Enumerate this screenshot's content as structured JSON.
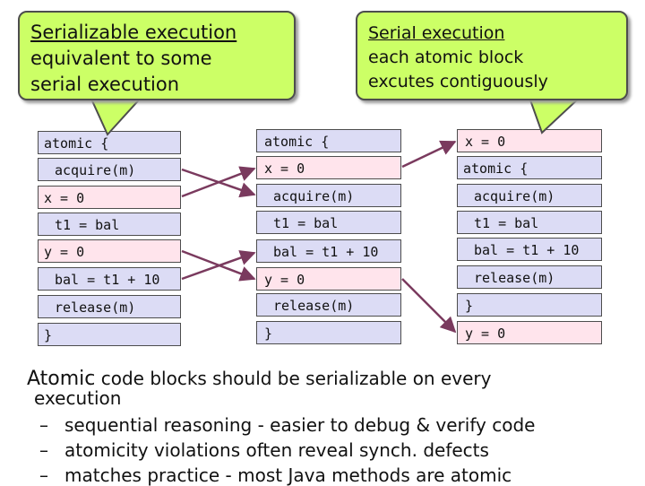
{
  "callouts": {
    "left": {
      "title": "Serializable execution",
      "line1": "equivalent to some",
      "line2": "serial execution"
    },
    "right": {
      "title": "Serial execution",
      "line1": "each atomic block",
      "line2": "excutes contiguously"
    }
  },
  "columns": {
    "left": [
      "atomic {",
      "acquire(m)",
      "x = 0",
      "t1 = bal",
      "y = 0",
      "bal = t1 + 10",
      "release(m)",
      "}"
    ],
    "middle": [
      "atomic {",
      "x = 0",
      "acquire(m)",
      "t1 = bal",
      "bal = t1 + 10",
      "y = 0",
      "release(m)",
      "}"
    ],
    "right": [
      "x = 0",
      "atomic {",
      "acquire(m)",
      "t1 = bal",
      "bal = t1 + 10",
      "release(m)",
      "}",
      "y = 0"
    ]
  },
  "colors": {
    "blue_box": "#dcdcf5",
    "pink_box": "#ffe4ec",
    "callout": "#ccff66",
    "arrow": "#7a3a5e"
  },
  "bullets": {
    "b1_lead": "Atomic",
    "b1_rest": "code blocks should be serializable on every",
    "b1_cont": "execution",
    "b2": "sequential reasoning - easier to debug & verify code",
    "b3": "atomicity violations often reveal synch. defects",
    "b4": "matches practice - most Java methods are atomic",
    "dash": "–"
  }
}
